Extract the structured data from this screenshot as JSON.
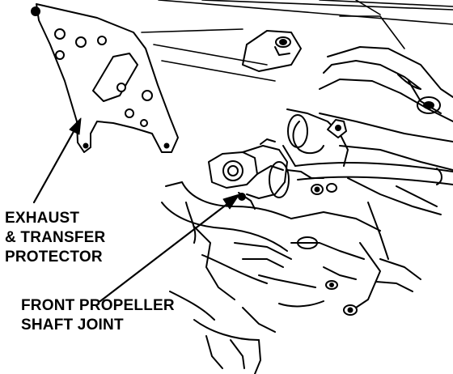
{
  "labels": {
    "exhaust_transfer_protector": {
      "line1": "EXHAUST",
      "line2": "& TRANSFER",
      "line3": "PROTECTOR"
    },
    "front_propeller_shaft_joint": {
      "line1": "FRONT PROPELLER",
      "line2": "SHAFT JOINT"
    }
  },
  "colors": {
    "ink": "#000000",
    "paper": "#ffffff"
  }
}
